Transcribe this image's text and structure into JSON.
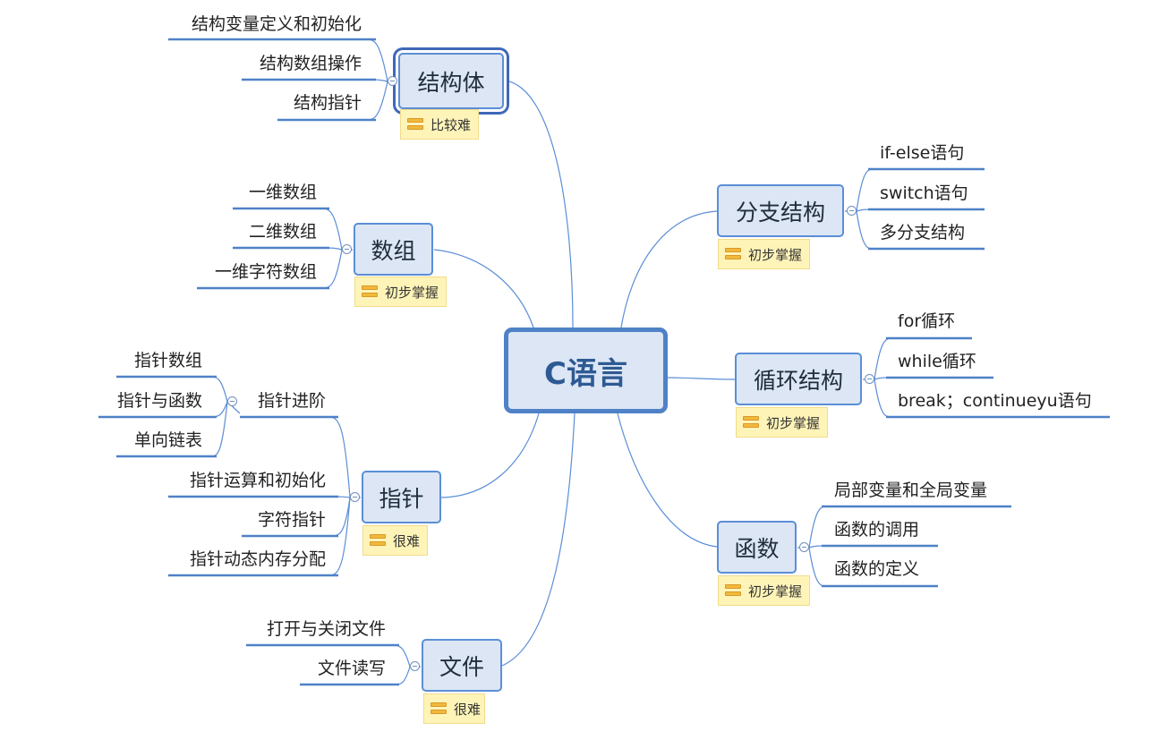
{
  "center": {
    "label": "C语言"
  },
  "branches": [
    {
      "id": "struct",
      "label": "结构体",
      "tag": "比较难",
      "side": "left",
      "selected": true,
      "children": [
        {
          "label": "结构变量定义和初始化"
        },
        {
          "label": "结构数组操作"
        },
        {
          "label": "结构指针"
        }
      ]
    },
    {
      "id": "array",
      "label": "数组",
      "tag": "初步掌握",
      "side": "left",
      "children": [
        {
          "label": "一维数组"
        },
        {
          "label": "二维数组"
        },
        {
          "label": "一维字符数组"
        }
      ]
    },
    {
      "id": "pointer",
      "label": "指针",
      "tag": "很难",
      "side": "left",
      "children": [
        {
          "label": "指针进阶",
          "children": [
            {
              "label": "指针数组"
            },
            {
              "label": "指针与函数"
            },
            {
              "label": "单向链表"
            }
          ]
        },
        {
          "label": "指针运算和初始化"
        },
        {
          "label": "字符指针"
        },
        {
          "label": "指针动态内存分配"
        }
      ]
    },
    {
      "id": "file",
      "label": "文件",
      "tag": "很难",
      "side": "left",
      "children": [
        {
          "label": "打开与关闭文件"
        },
        {
          "label": "文件读写"
        }
      ]
    },
    {
      "id": "branch",
      "label": "分支结构",
      "tag": "初步掌握",
      "side": "right",
      "children": [
        {
          "label": "if-else语句"
        },
        {
          "label": "switch语句"
        },
        {
          "label": "多分支结构"
        }
      ]
    },
    {
      "id": "loop",
      "label": "循环结构",
      "tag": "初步掌握",
      "side": "right",
      "children": [
        {
          "label": "for循环"
        },
        {
          "label": "while循环"
        },
        {
          "label": "break；continueyu语句"
        }
      ]
    },
    {
      "id": "function",
      "label": "函数",
      "tag": "初步掌握",
      "side": "right",
      "children": [
        {
          "label": "局部变量和全局变量"
        },
        {
          "label": "函数的调用"
        },
        {
          "label": "函数的定义"
        }
      ]
    }
  ]
}
